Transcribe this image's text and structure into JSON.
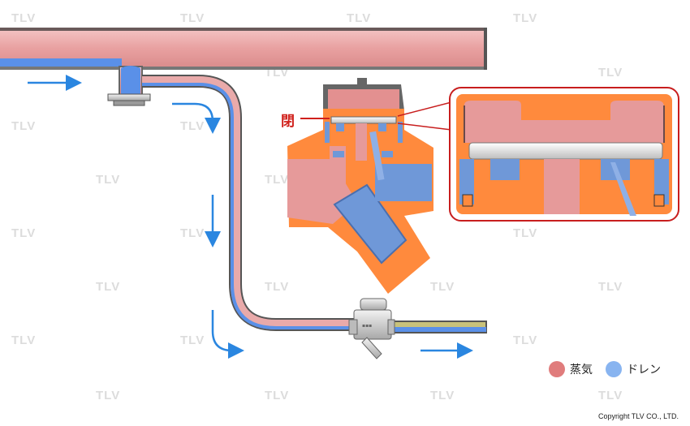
{
  "labels": {
    "closed": "閉"
  },
  "legend": [
    {
      "label": "蒸気",
      "color": "#e07c7c"
    },
    {
      "label": "ドレン",
      "color": "#88b4f0"
    }
  ],
  "watermark": "TLV",
  "copyright": "Copyright TLV CO., LTD.",
  "colors": {
    "steam": "#e8a4a4",
    "condensate": "#5a90e8",
    "trap_body": "#ff8a3d",
    "pipe_wall": "#555555",
    "callout_border": "#c81e1e",
    "flow_arrow": "#2a86e0"
  }
}
